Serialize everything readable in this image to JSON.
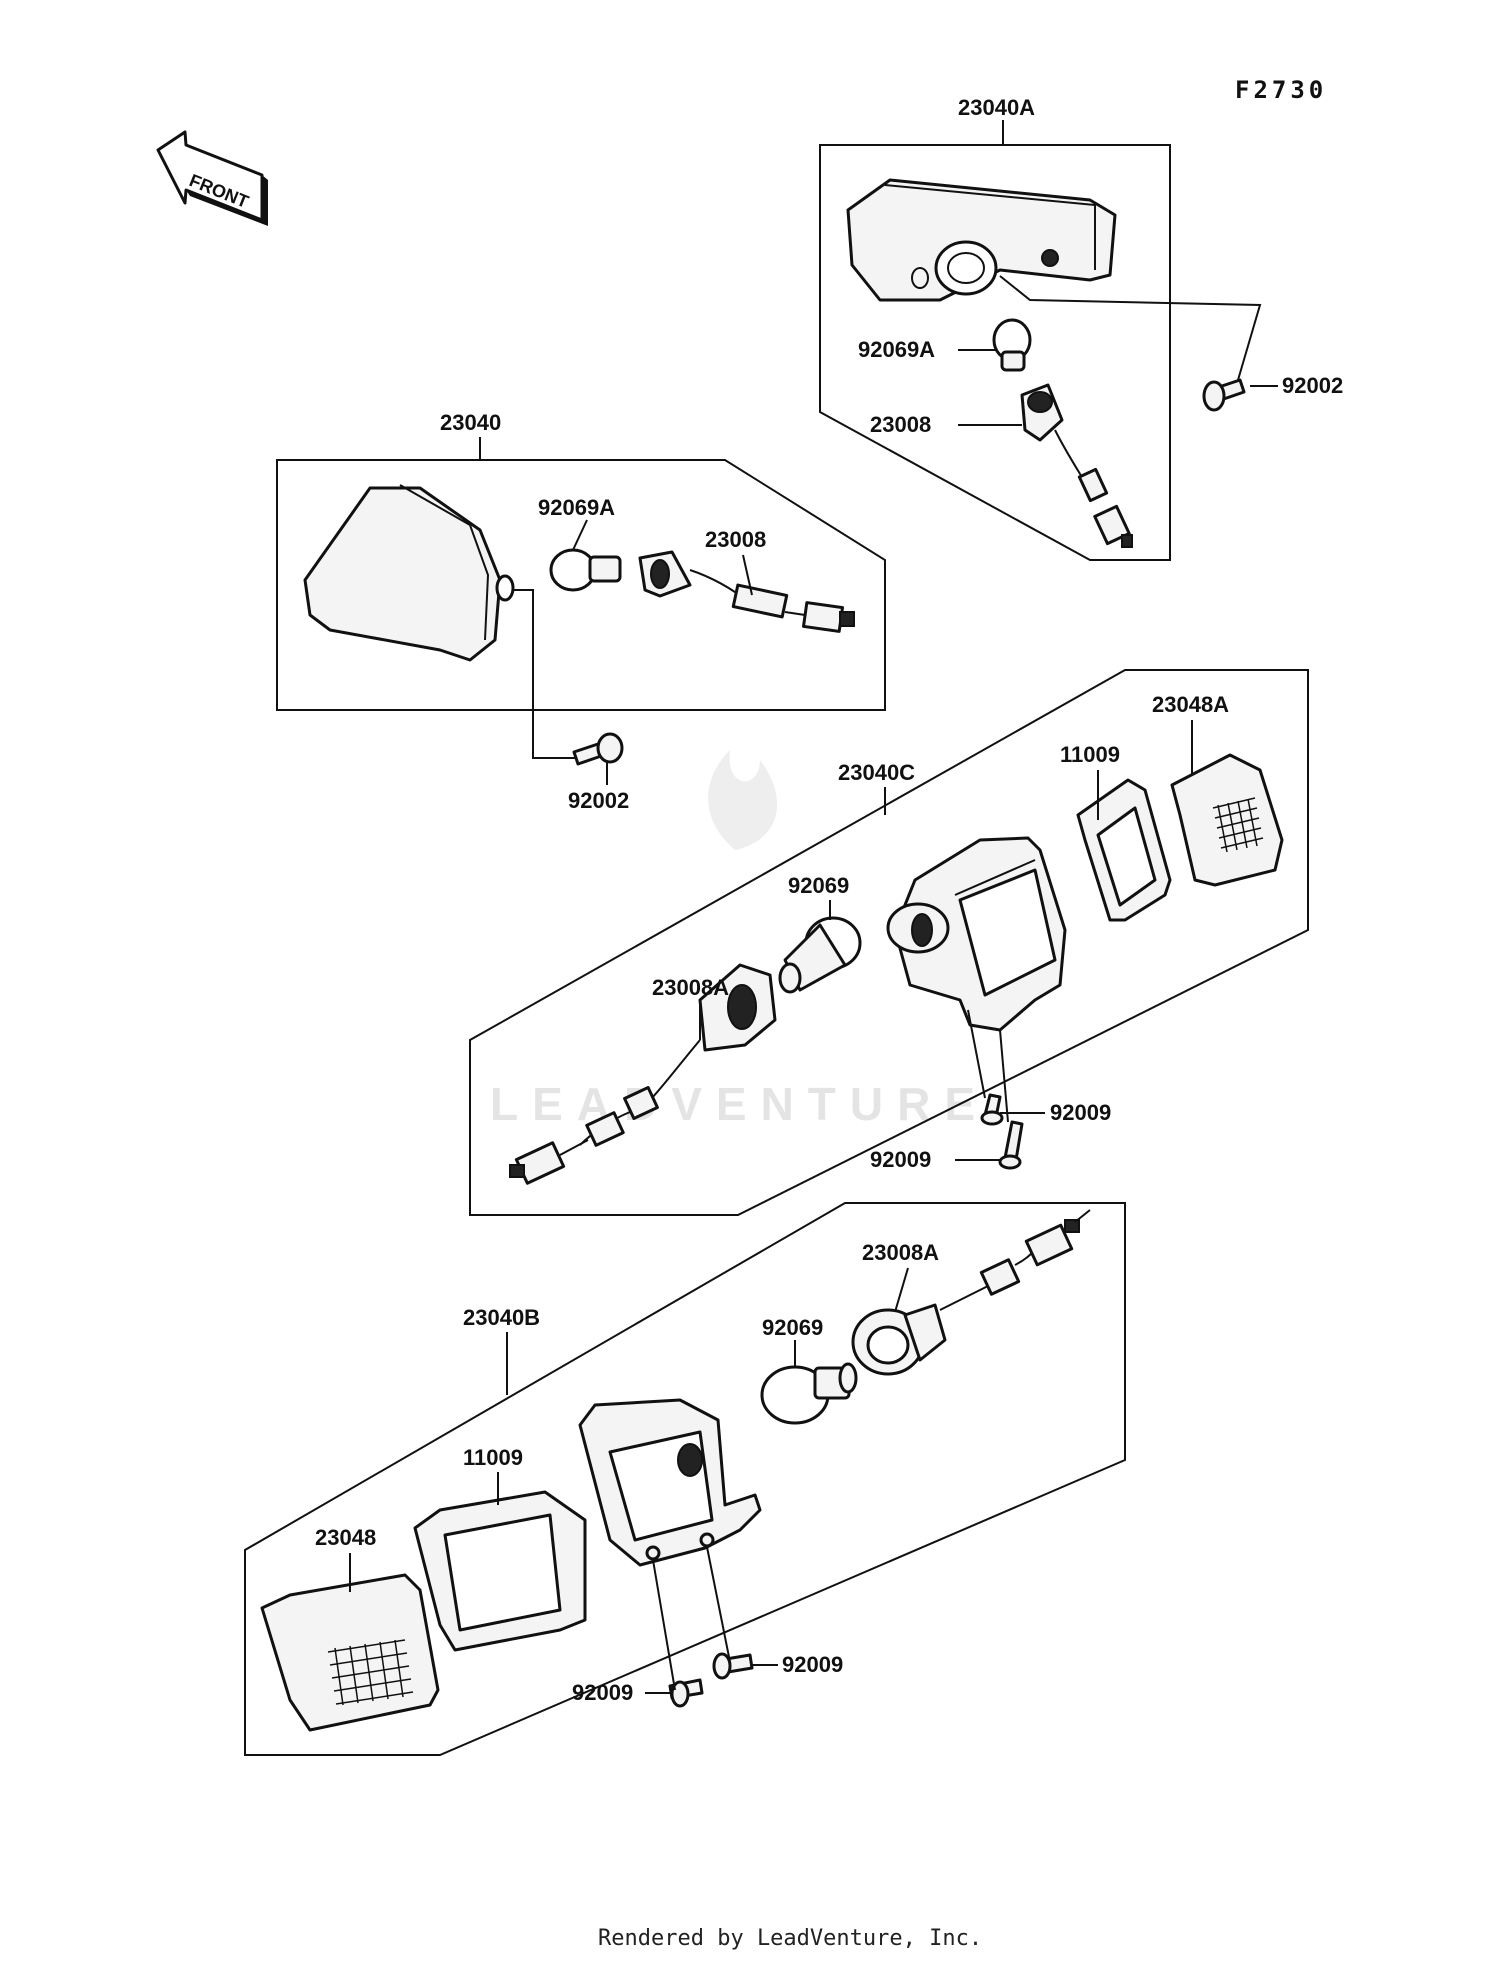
{
  "figure_code": "F2730",
  "front_indicator": "FRONT",
  "watermark": "LEADVENTURE",
  "credit": "Rendered by LeadVenture, Inc.",
  "assemblies": [
    {
      "id": "23040A",
      "callouts": [
        "92069A",
        "23008",
        "92002"
      ]
    },
    {
      "id": "23040",
      "callouts": [
        "92069A",
        "23008",
        "92002"
      ]
    },
    {
      "id": "23040C",
      "callouts": [
        "23048A",
        "11009",
        "92069",
        "23008A",
        "92009",
        "92009"
      ]
    },
    {
      "id": "23040B",
      "callouts": [
        "23008A",
        "92069",
        "11009",
        "23048",
        "92009",
        "92009"
      ]
    }
  ]
}
